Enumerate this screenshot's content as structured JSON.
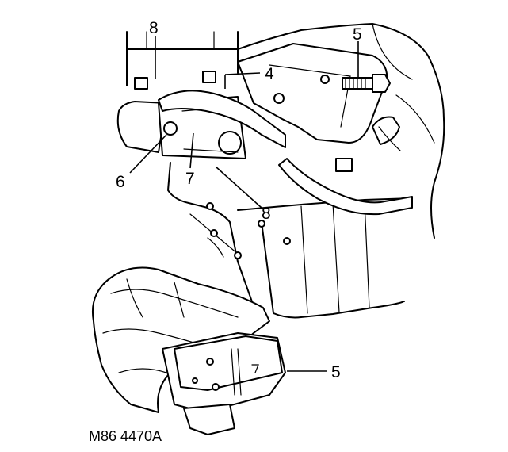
{
  "figure_ref": "M86 4470A",
  "callouts": {
    "c8_top": "8",
    "c5_top": "5",
    "c4": "4",
    "c6": "6",
    "c7": "7",
    "c8_bottom": "8",
    "c5_bottom": "5"
  },
  "colors": {
    "line": "#000000",
    "background": "#ffffff"
  }
}
